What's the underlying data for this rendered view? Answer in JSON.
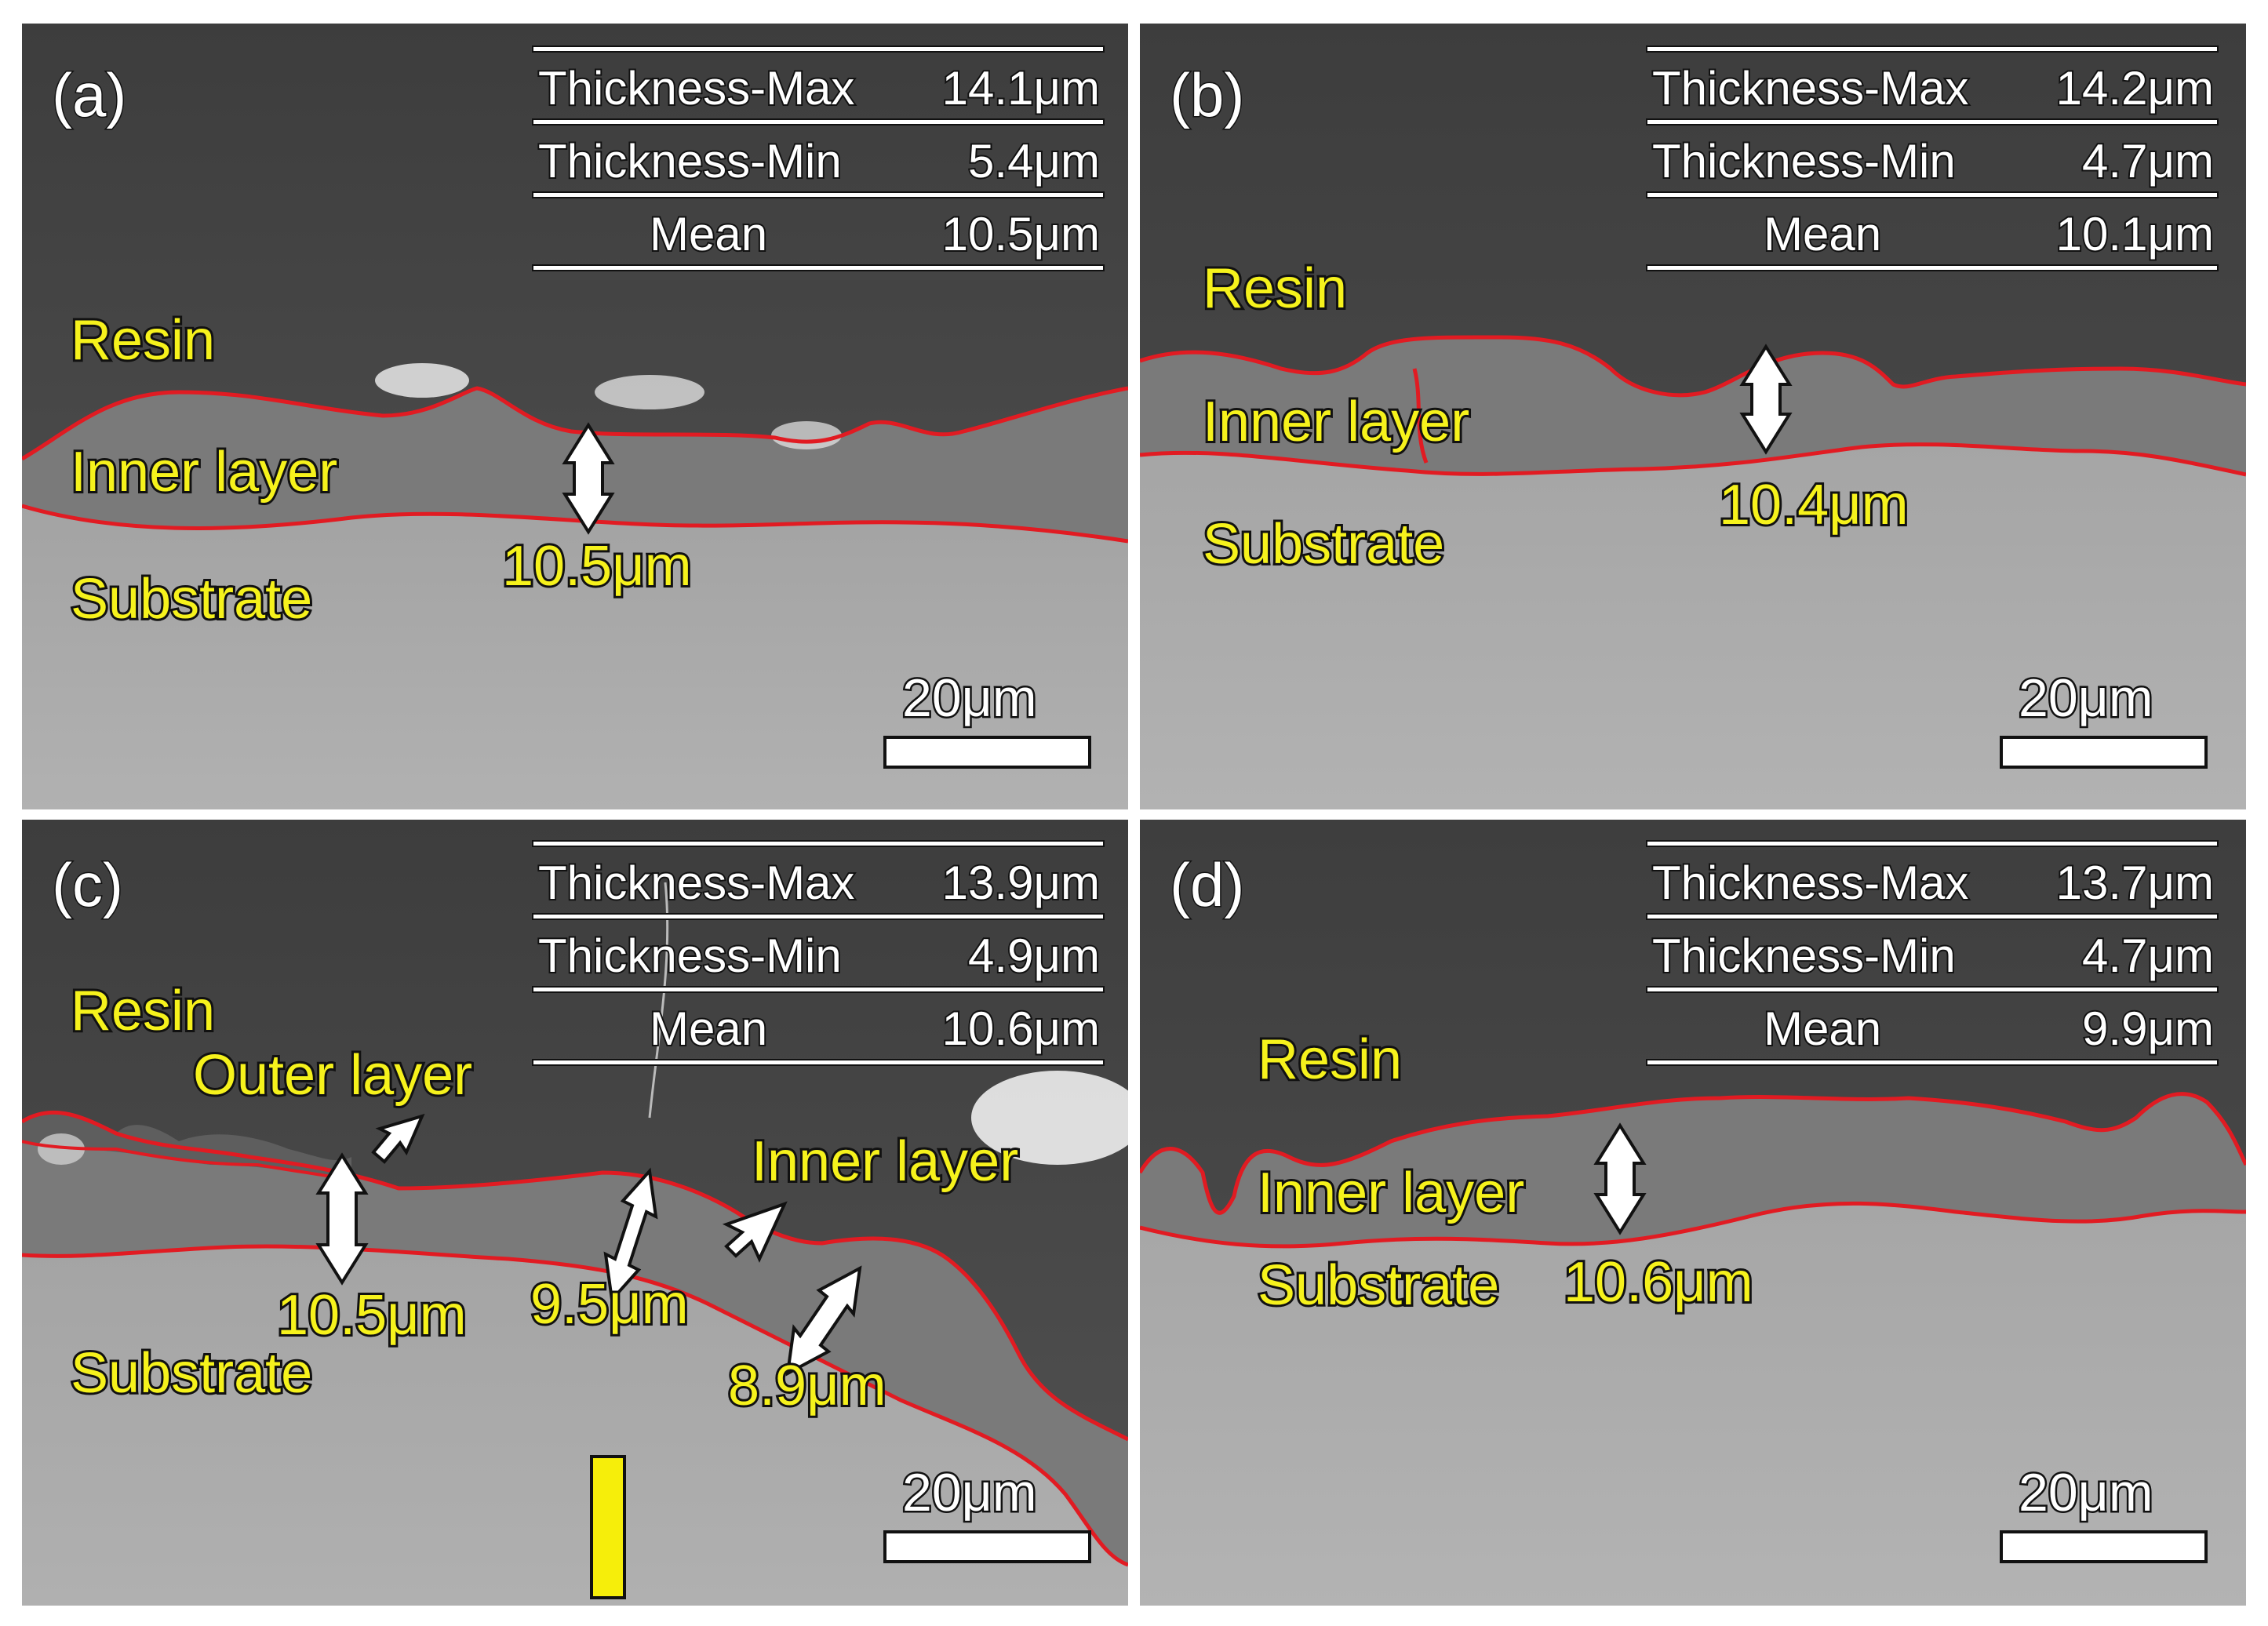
{
  "panels": [
    {
      "tag": "(a)",
      "table": [
        {
          "label": "Thickness-Max",
          "value": "14.1μm"
        },
        {
          "label": "Thickness-Min",
          "value": "5.4μm"
        },
        {
          "label": "Mean",
          "value": "10.5μm"
        }
      ],
      "labels": {
        "resin": "Resin",
        "inner": "Inner layer",
        "substrate": "Substrate"
      },
      "measures": [
        "10.5μm"
      ],
      "scale": "20μm"
    },
    {
      "tag": "(b)",
      "table": [
        {
          "label": "Thickness-Max",
          "value": "14.2μm"
        },
        {
          "label": "Thickness-Min",
          "value": "4.7μm"
        },
        {
          "label": "Mean",
          "value": "10.1μm"
        }
      ],
      "labels": {
        "resin": "Resin",
        "inner": "Inner layer",
        "substrate": "Substrate"
      },
      "measures": [
        "10.4μm"
      ],
      "scale": "20μm"
    },
    {
      "tag": "(c)",
      "table": [
        {
          "label": "Thickness-Max",
          "value": "13.9μm"
        },
        {
          "label": "Thickness-Min",
          "value": "4.9μm"
        },
        {
          "label": "Mean",
          "value": "10.6μm"
        }
      ],
      "labels": {
        "resin": "Resin",
        "outer": "Outer layer",
        "inner": "Inner layer",
        "substrate": "Substrate"
      },
      "measures": [
        "10.5μm",
        "9.5μm",
        "8.9μm"
      ],
      "scale": "20μm"
    },
    {
      "tag": "(d)",
      "table": [
        {
          "label": "Thickness-Max",
          "value": "13.7μm"
        },
        {
          "label": "Thickness-Min",
          "value": "4.7μm"
        },
        {
          "label": "Mean",
          "value": "9.9μm"
        }
      ],
      "labels": {
        "resin": "Resin",
        "inner": "Inner layer",
        "substrate": "Substrate"
      },
      "measures": [
        "10.6μm"
      ],
      "scale": "20μm"
    }
  ],
  "colors": {
    "resin": "#4a4a4a",
    "layer": "#7a7a7a",
    "substrate": "#a9a9a9",
    "boundary": "#e11b22",
    "label": "#f6f21c",
    "marker": "#f6ee0a"
  }
}
